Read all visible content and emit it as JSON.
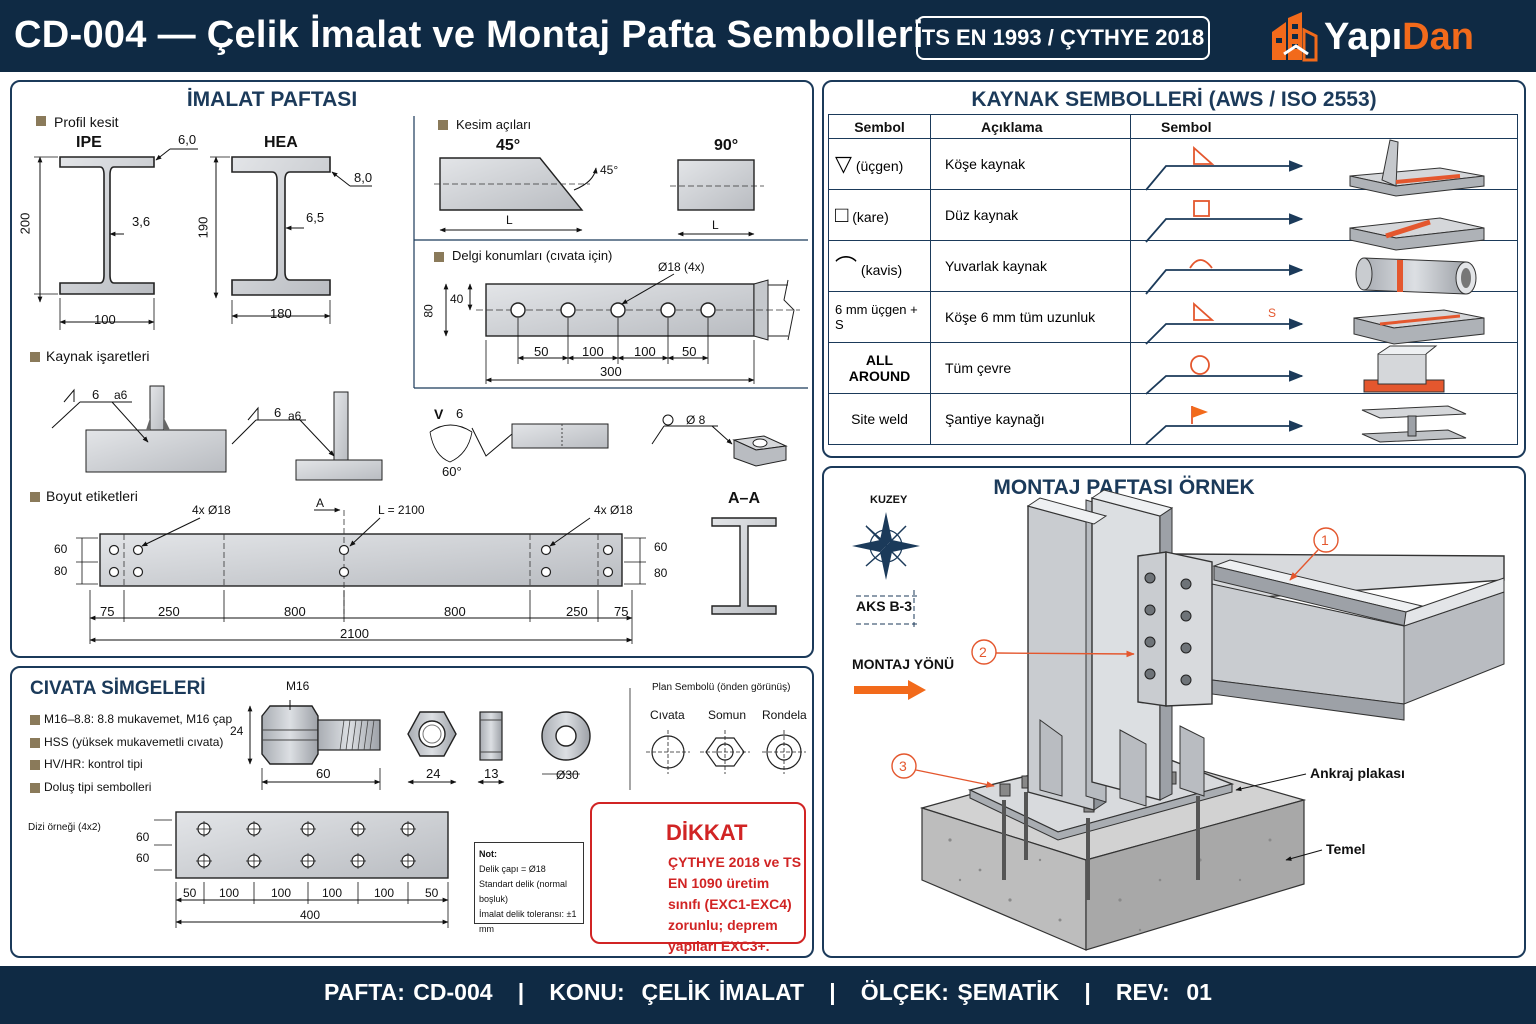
{
  "header": {
    "title": "CD-004 — Çelik İmalat ve Montaj Pafta Sembolleri",
    "standard": "TS EN 1993 / ÇYTHYE 2018",
    "logo_a": "Yapı",
    "logo_b": "Dan"
  },
  "colors": {
    "navy": "#0f2a44",
    "accent": "#f26a1b",
    "warning": "#d12424",
    "steel": "#c9ccd0"
  },
  "imalat": {
    "title": "İMALAT PAFTASI",
    "profil_label": "Profil kesit",
    "ipe": {
      "name": "IPE",
      "flange": "6,0",
      "web": "3,6",
      "height": "200",
      "width": "100"
    },
    "hea": {
      "name": "HEA",
      "flange": "8,0",
      "web": "6,5",
      "height": "190",
      "width": "180"
    },
    "kesim_label": "Kesim açıları",
    "kesim_a": "45°",
    "kesim_a_mark": "45°",
    "kesim_b": "90°",
    "kesim_L": "L",
    "delgi_label": "Delgi konumları (cıvata için)",
    "delgi_hole": "Ø18 (4x)",
    "delgi_h": "80",
    "delgi_e": "40",
    "delgi_spacing": [
      "50",
      "100",
      "100",
      "50"
    ],
    "delgi_total": "300",
    "kaynak_label": "Kaynak işaretleri",
    "kaynak_w1": "6",
    "kaynak_a1": "a6",
    "kaynak_w2": "6",
    "kaynak_a2": "a6",
    "kaynak_v": "V",
    "kaynak_v6": "6",
    "kaynak_angle": "60°",
    "kaynak_o": "Ø 8",
    "boyut_label": "Boyut etiketleri",
    "boyut_hole_l": "4x Ø18",
    "boyut_hole_r": "4x Ø18",
    "boyut_A": "A",
    "boyut_L": "L = 2100",
    "boyut_left": [
      "60",
      "80"
    ],
    "boyut_right": [
      "60",
      "80"
    ],
    "boyut_spacing": [
      "75",
      "250",
      "800",
      "800",
      "250",
      "75"
    ],
    "boyut_total": "2100",
    "section_AA": "A–A"
  },
  "civata": {
    "title": "CIVATA SİMGELERİ",
    "items": [
      {
        "b": "M16–8.8:",
        "t": "8.8 mukavemet, M16 çap"
      },
      {
        "b": "HSS",
        "t": "(yüksek mukavemetli cıvata)"
      },
      {
        "b": "HV/HR:",
        "t": "kontrol tipi"
      },
      {
        "b": "Doluş tipi sembolleri",
        "t": ""
      }
    ],
    "bolt_m": "M16",
    "bolt_h": "24",
    "bolt_len": "60",
    "nut": "24",
    "nut2": "13",
    "washer": "Ø30",
    "plan_title": "Plan Sembolü (önden görünüş)",
    "plan": [
      "Cıvata",
      "Somun",
      "Rondela"
    ],
    "array_label": "Dizi örneği (4x2)",
    "array_rows": [
      "60",
      "60"
    ],
    "array_spacing": [
      "50",
      "100",
      "100",
      "100",
      "100",
      "50"
    ],
    "array_total": "400",
    "note": [
      "Not:",
      "Delik çapı = Ø18",
      "Standart delik (normal boşluk)",
      "İmalat delik toleransı: ±1 mm"
    ]
  },
  "dikkat": {
    "title": "DİKKAT",
    "body": "ÇYTHYE 2018 ve TS EN 1090 üretim sınıfı (EXC1-EXC4) zorunlu; deprem yapıları EXC3+."
  },
  "kaynak": {
    "title": "KAYNAK SEMBOLLERİ (AWS / ISO 2553)",
    "headers": [
      "Sembol",
      "Açıklama",
      "Sembol"
    ],
    "rows": [
      {
        "sym": "(üçgen)",
        "desc": "Köşe kaynak"
      },
      {
        "sym": "(kare)",
        "desc": "Düz kaynak"
      },
      {
        "sym": "(kavis)",
        "desc": "Yuvarlak kaynak"
      },
      {
        "sym": "6 mm üçgen + S",
        "desc": "Köşe 6 mm tüm uzunluk"
      },
      {
        "sym": "ALL AROUND",
        "desc": "Tüm çevre"
      },
      {
        "sym": "Site weld",
        "desc": "Şantiye kaynağı"
      }
    ],
    "s_mark": "S"
  },
  "montaj": {
    "title": "MONTAJ PAFTASI ÖRNEK",
    "north": "KUZEY",
    "axis": "AKS B-3",
    "dir": "MONTAJ YÖNÜ",
    "callouts": [
      "1",
      "2",
      "3"
    ],
    "anchor": "Ankraj plakası",
    "foundation": "Temel"
  },
  "footer": {
    "text": "PAFTA: CD-004   |   KONU:  ÇELİK İMALAT   |   ÖLÇEK: ŞEMATİK   |   REV:  01"
  }
}
